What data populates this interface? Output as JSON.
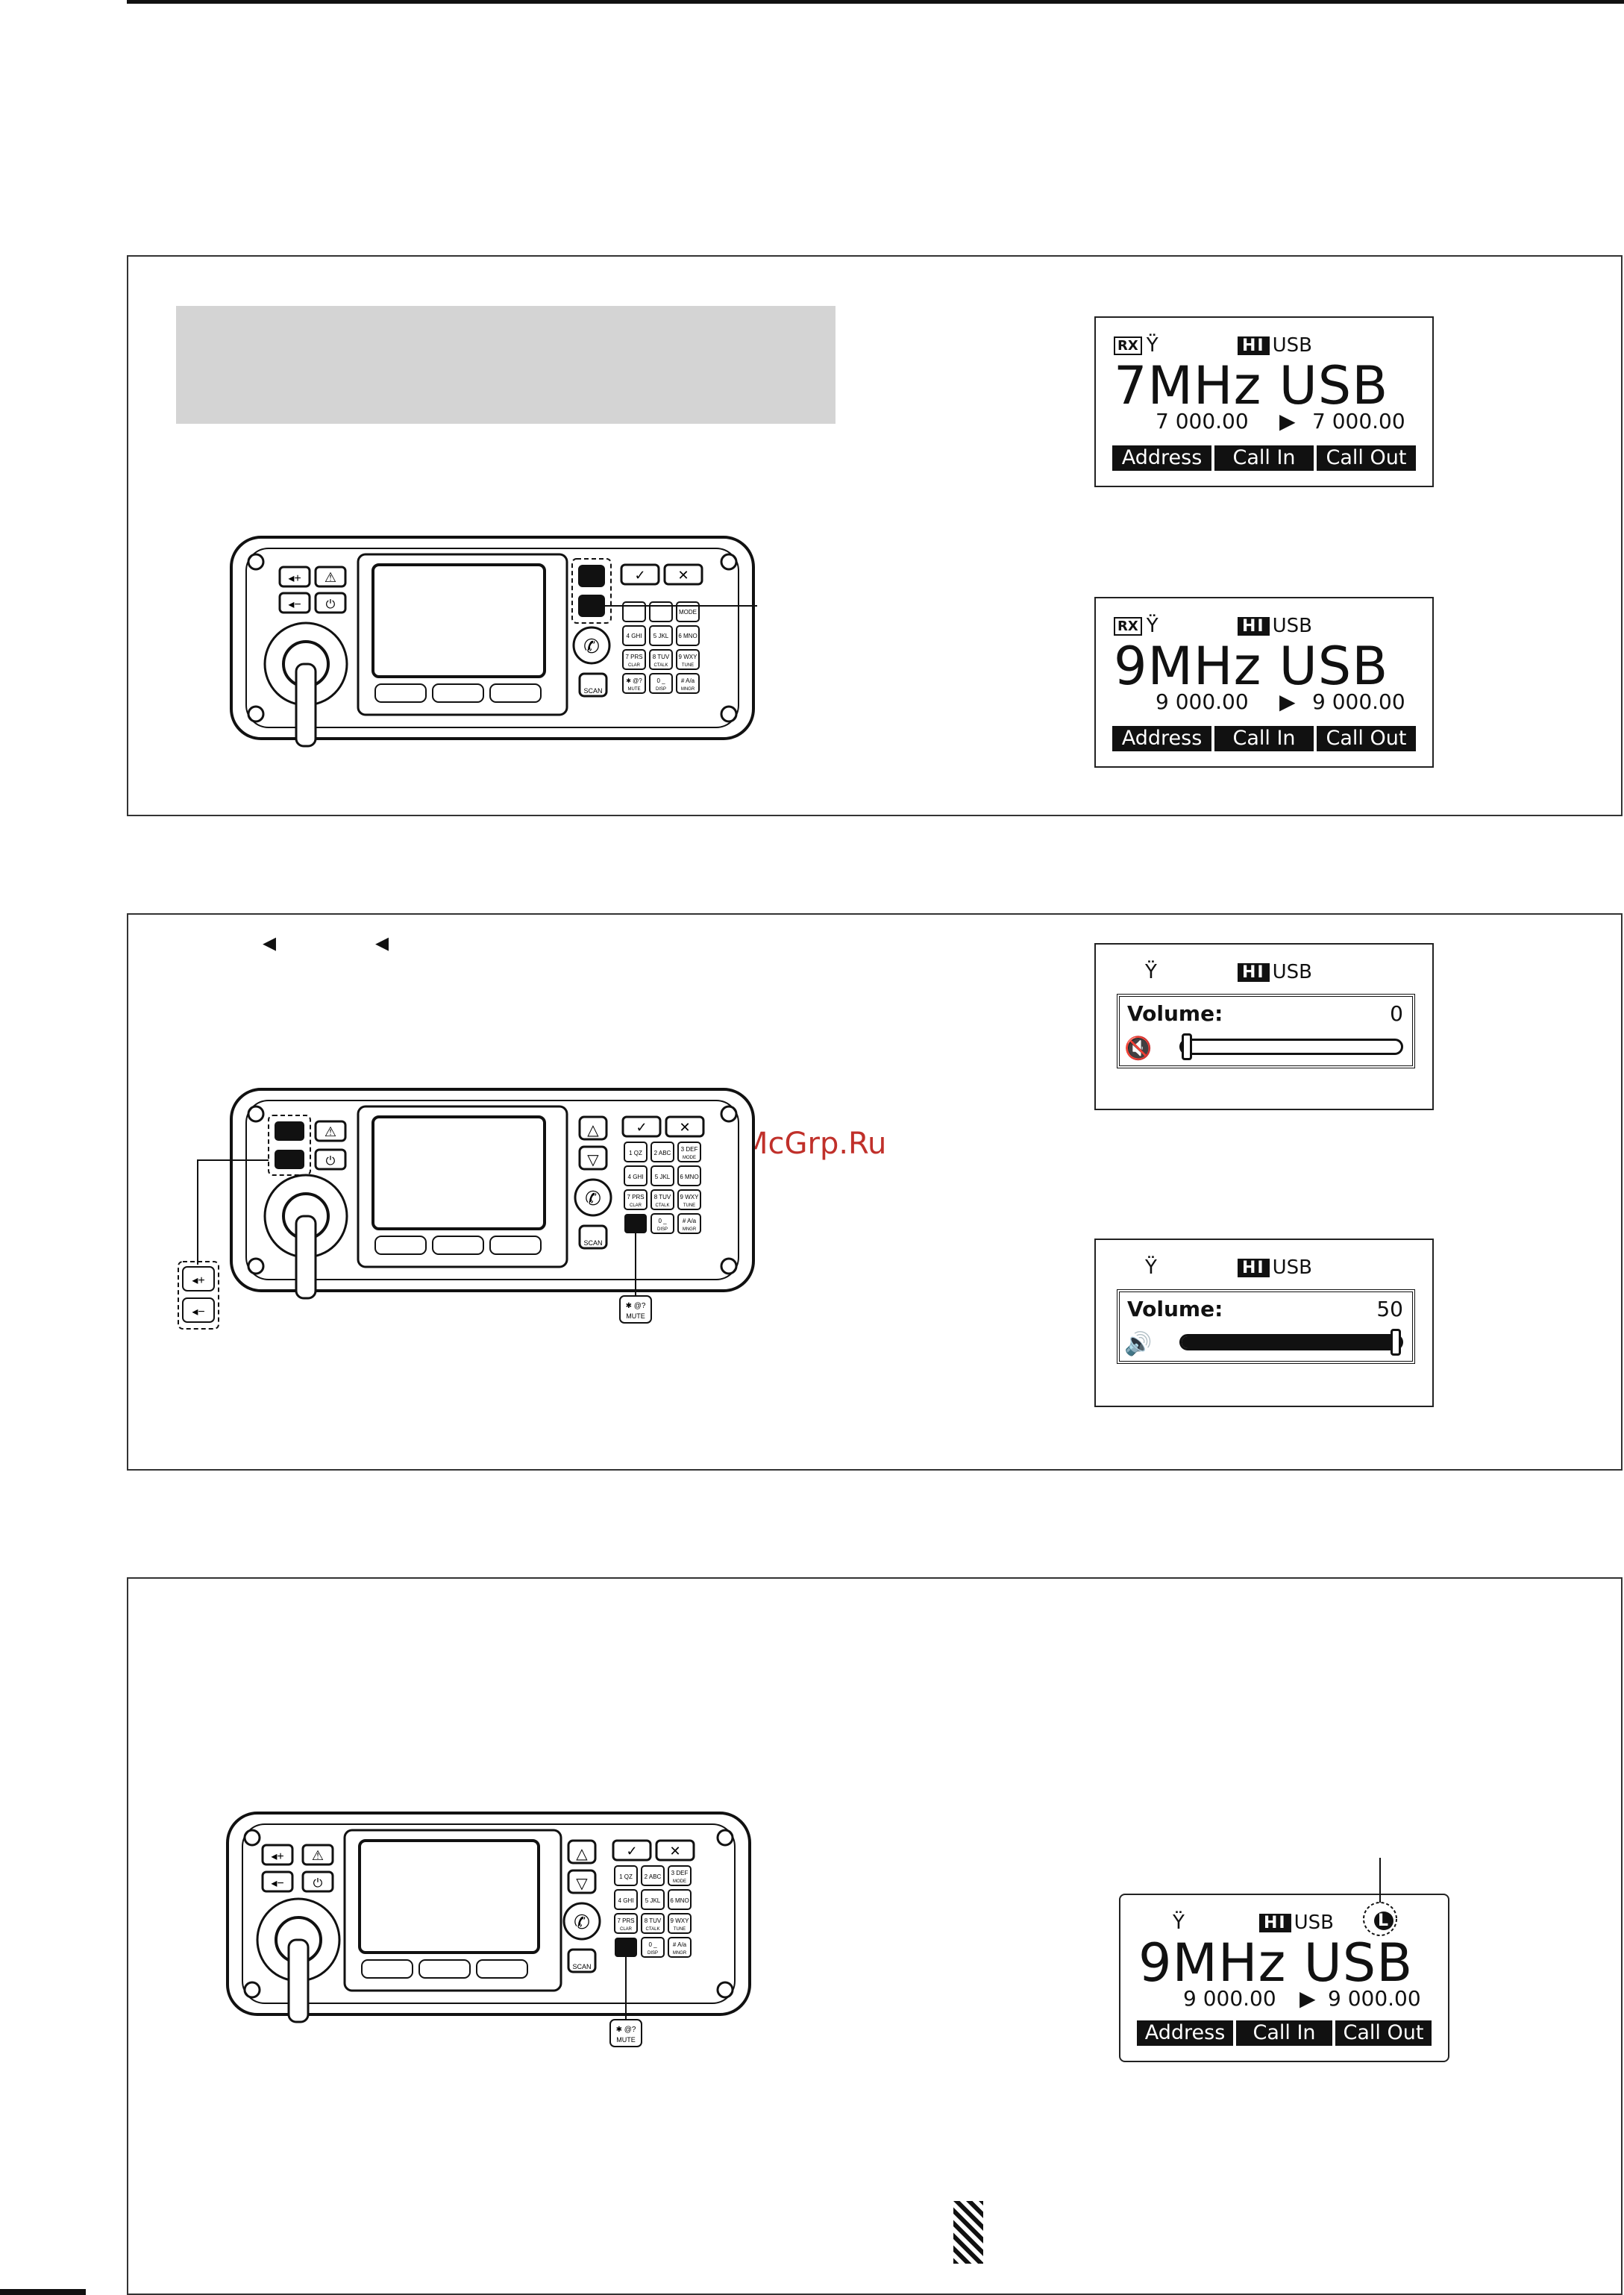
{
  "watermark": "McGrp.Ru",
  "screens": {
    "s7": {
      "rx": "RX",
      "hi": "HI",
      "mode": "USB",
      "title": "7MHz USB",
      "rx_freq": "7 000.00",
      "tx_freq": "7 000.00",
      "keys": [
        "Address",
        "Call In",
        "Call Out"
      ]
    },
    "s9": {
      "rx": "RX",
      "hi": "HI",
      "mode": "USB",
      "title": "9MHz USB",
      "rx_freq": "9 000.00",
      "tx_freq": "9 000.00",
      "keys": [
        "Address",
        "Call In",
        "Call Out"
      ]
    },
    "vol0": {
      "hi": "HI",
      "mode": "USB",
      "label": "Volume:",
      "value": "0",
      "level": 0
    },
    "vol50": {
      "hi": "HI",
      "mode": "USB",
      "label": "Volume:",
      "value": "50",
      "level": 1.0
    },
    "lock": {
      "hi": "HI",
      "mode": "USB",
      "lock": "L",
      "title": "9MHz USB",
      "rx_freq": "9 000.00",
      "tx_freq": "9 000.00",
      "keys": [
        "Address",
        "Call In",
        "Call Out"
      ]
    }
  },
  "radio_keys": {
    "vol_up": "◂+",
    "vol_down": "◂−",
    "mode": "MODE",
    "scan": "SCAN",
    "mute": "MUTE",
    "keypad": [
      "1 QZ",
      "2 ABC",
      "3 DEF",
      "4 GHI",
      "5 JKL",
      "6 MNO",
      "7 PRS",
      "8 TUV",
      "9 WXY",
      "✱ @?",
      "0 _",
      "# A/a"
    ],
    "keypad_sub": [
      "",
      "",
      "MODE",
      "",
      "",
      "",
      "CLAR",
      "CTALK",
      "TUNE",
      "MUTE",
      "DISP",
      "MNGR"
    ]
  },
  "colors": {
    "watermark": "#c0302a",
    "callout_bg": "#d4d4d4"
  }
}
